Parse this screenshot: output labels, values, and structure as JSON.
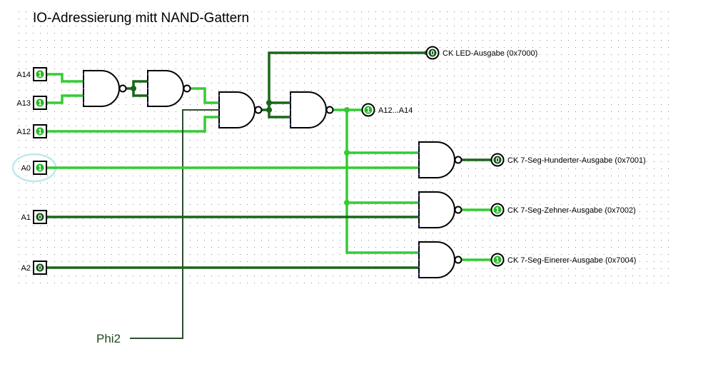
{
  "title": "IO-Adressierung mitt NAND-Gattern",
  "colors": {
    "wire_high": "#33cc33",
    "wire_low": "#1a661a",
    "wire_phi": "#2c4d2c",
    "pin_high": "#22bb22",
    "pin_low": "#115511",
    "selection": "#bfe8f0",
    "grid_dot": "#8a8a8a"
  },
  "inputs": [
    {
      "name": "A14",
      "value": "1"
    },
    {
      "name": "A13",
      "value": "1"
    },
    {
      "name": "A12",
      "value": "1"
    },
    {
      "name": "A0",
      "value": "1",
      "selected": true
    },
    {
      "name": "A1",
      "value": "0"
    },
    {
      "name": "A2",
      "value": "0"
    }
  ],
  "clock_label": "Phi2",
  "outputs": [
    {
      "label": "CK LED-Ausgabe (0x7000)",
      "value": "0"
    },
    {
      "label": "A12...A14",
      "value": "1"
    },
    {
      "label": "CK 7-Seg-Hunderter-Ausgabe (0x7001)",
      "value": "0"
    },
    {
      "label": "CK 7-Seg-Zehner-Ausgabe (0x7002)",
      "value": "1"
    },
    {
      "label": "CK 7-Seg-Einerer-Ausgabe (0x7004)",
      "value": "1"
    }
  ],
  "gates": [
    {
      "id": "g1",
      "type": "NAND"
    },
    {
      "id": "g2",
      "type": "NAND"
    },
    {
      "id": "g3",
      "type": "NAND"
    },
    {
      "id": "g4",
      "type": "NAND"
    },
    {
      "id": "g5",
      "type": "NAND"
    },
    {
      "id": "g6",
      "type": "NAND"
    },
    {
      "id": "g7",
      "type": "NAND"
    }
  ]
}
